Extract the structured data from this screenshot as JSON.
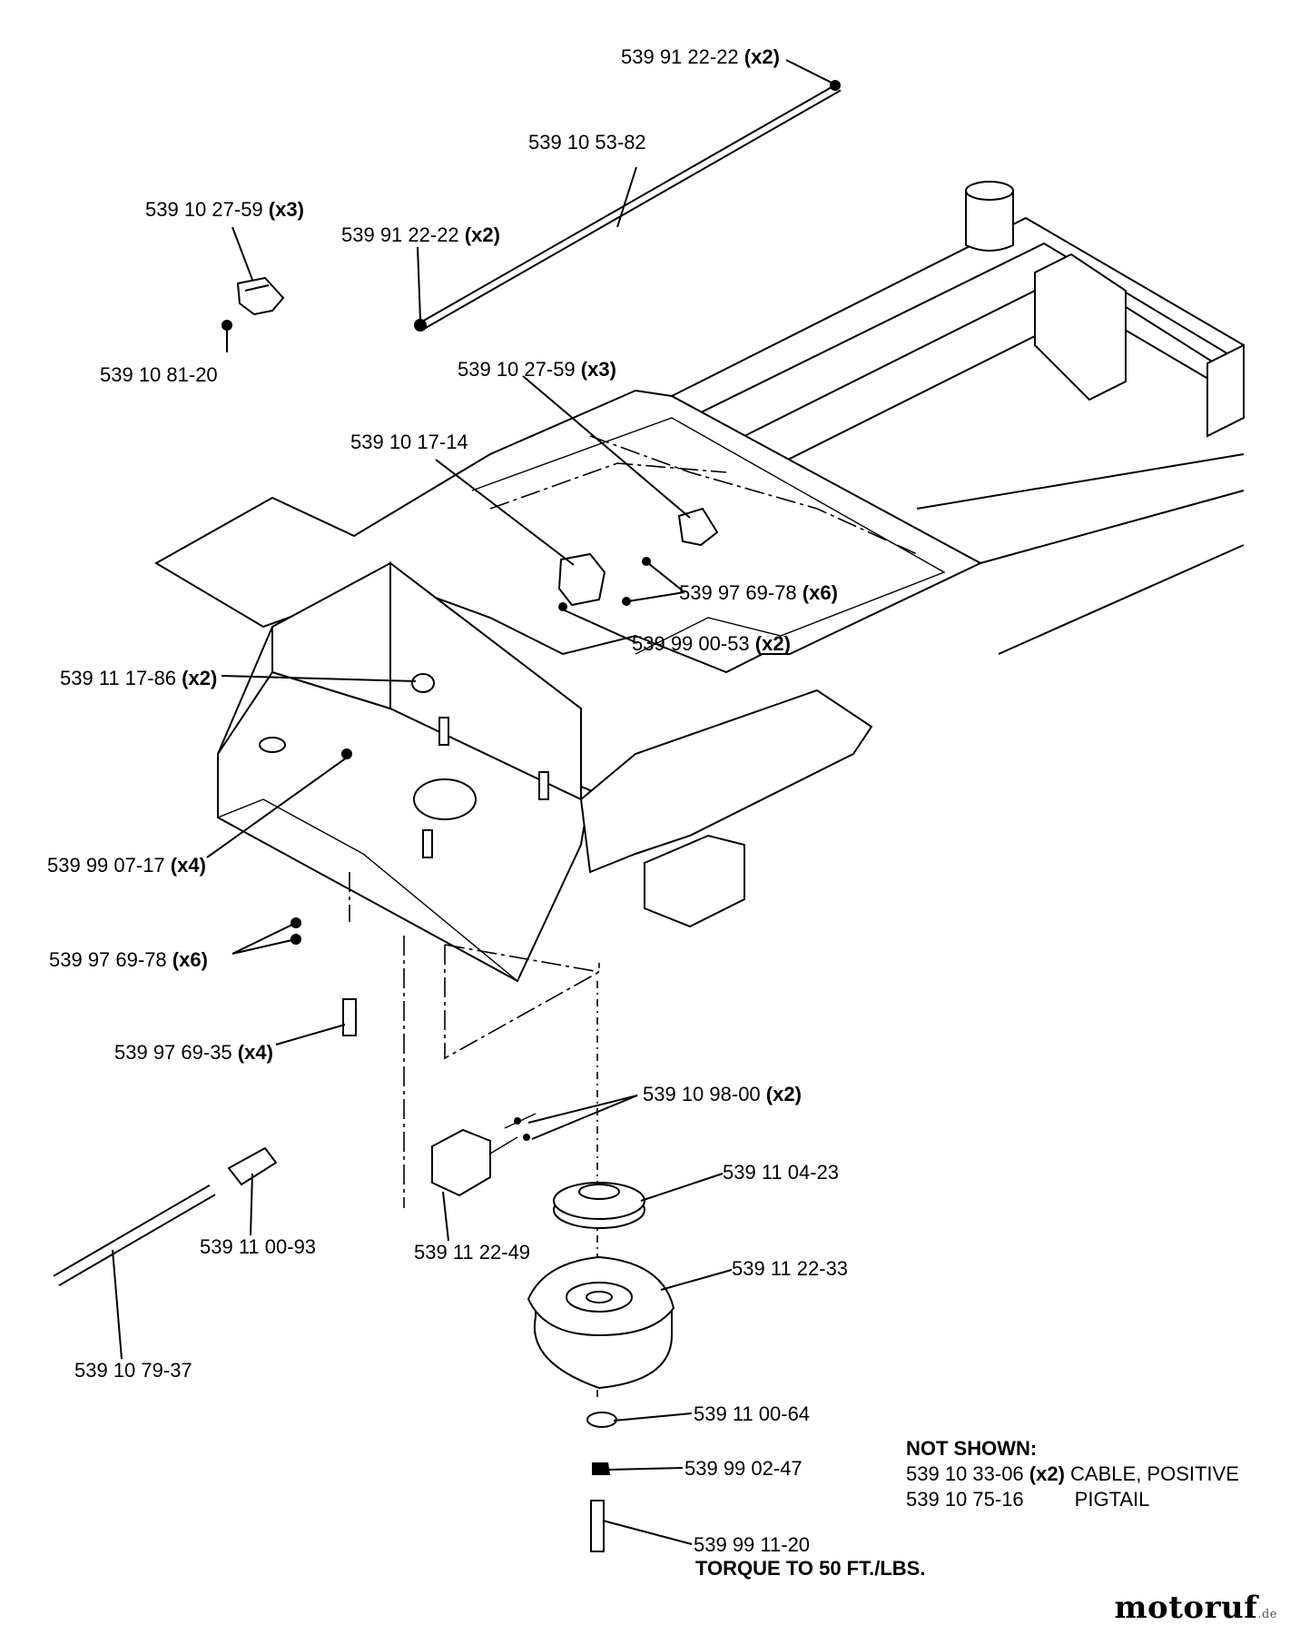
{
  "labels": {
    "rod_end_top": {
      "part": "539 91 22-22",
      "qty": "(x2)"
    },
    "rod": {
      "part": "539 10 53-82"
    },
    "switch_left": {
      "part": "539 10 27-59",
      "qty": "(x3)"
    },
    "rod_end_bottom": {
      "part": "539 91 22-22",
      "qty": "(x2)"
    },
    "nut_left": {
      "part": "539 10 81-20"
    },
    "switch_center": {
      "part": "539 10 27-59",
      "qty": "(x3)"
    },
    "bracket": {
      "part": "539 10 17-14"
    },
    "nut_x6_upper": {
      "part": "539 97 69-78",
      "qty": "(x6)"
    },
    "screw_x2": {
      "part": "539 99 00-53",
      "qty": "(x2)"
    },
    "grommet": {
      "part": "539 11 17-86",
      "qty": "(x2)"
    },
    "nut_x4": {
      "part": "539 99 07-17",
      "qty": "(x4)"
    },
    "nut_x6_lower": {
      "part": "539 97 69-78",
      "qty": "(x6)"
    },
    "bolt_x4": {
      "part": "539 97 69-35",
      "qty": "(x4)"
    },
    "clip": {
      "part": "539 10 98-00",
      "qty": "(x2)"
    },
    "pulley": {
      "part": "539 11 04-23"
    },
    "fitting": {
      "part": "539 11 00-93"
    },
    "block": {
      "part": "539 11 22-49"
    },
    "clutch": {
      "part": "539 11 22-33"
    },
    "tube": {
      "part": "539 10 79-37"
    },
    "washer": {
      "part": "539 11 00-64"
    },
    "nut_bottom": {
      "part": "539 99 02-47"
    },
    "bolt_bottom": {
      "part": "539 99 11-20"
    },
    "torque_note": "TORQUE TO 50 FT./LBS."
  },
  "not_shown": {
    "heading": "NOT SHOWN:",
    "items": [
      {
        "part": "539 10 33-06",
        "qty": "(x2)",
        "desc": "CABLE, POSITIVE"
      },
      {
        "part": "539 10 75-16",
        "qty": "",
        "desc": "PIGTAIL"
      }
    ]
  },
  "watermark": {
    "text": "motoruf",
    "suffix": ".de",
    "color": "#1a1a1a"
  }
}
